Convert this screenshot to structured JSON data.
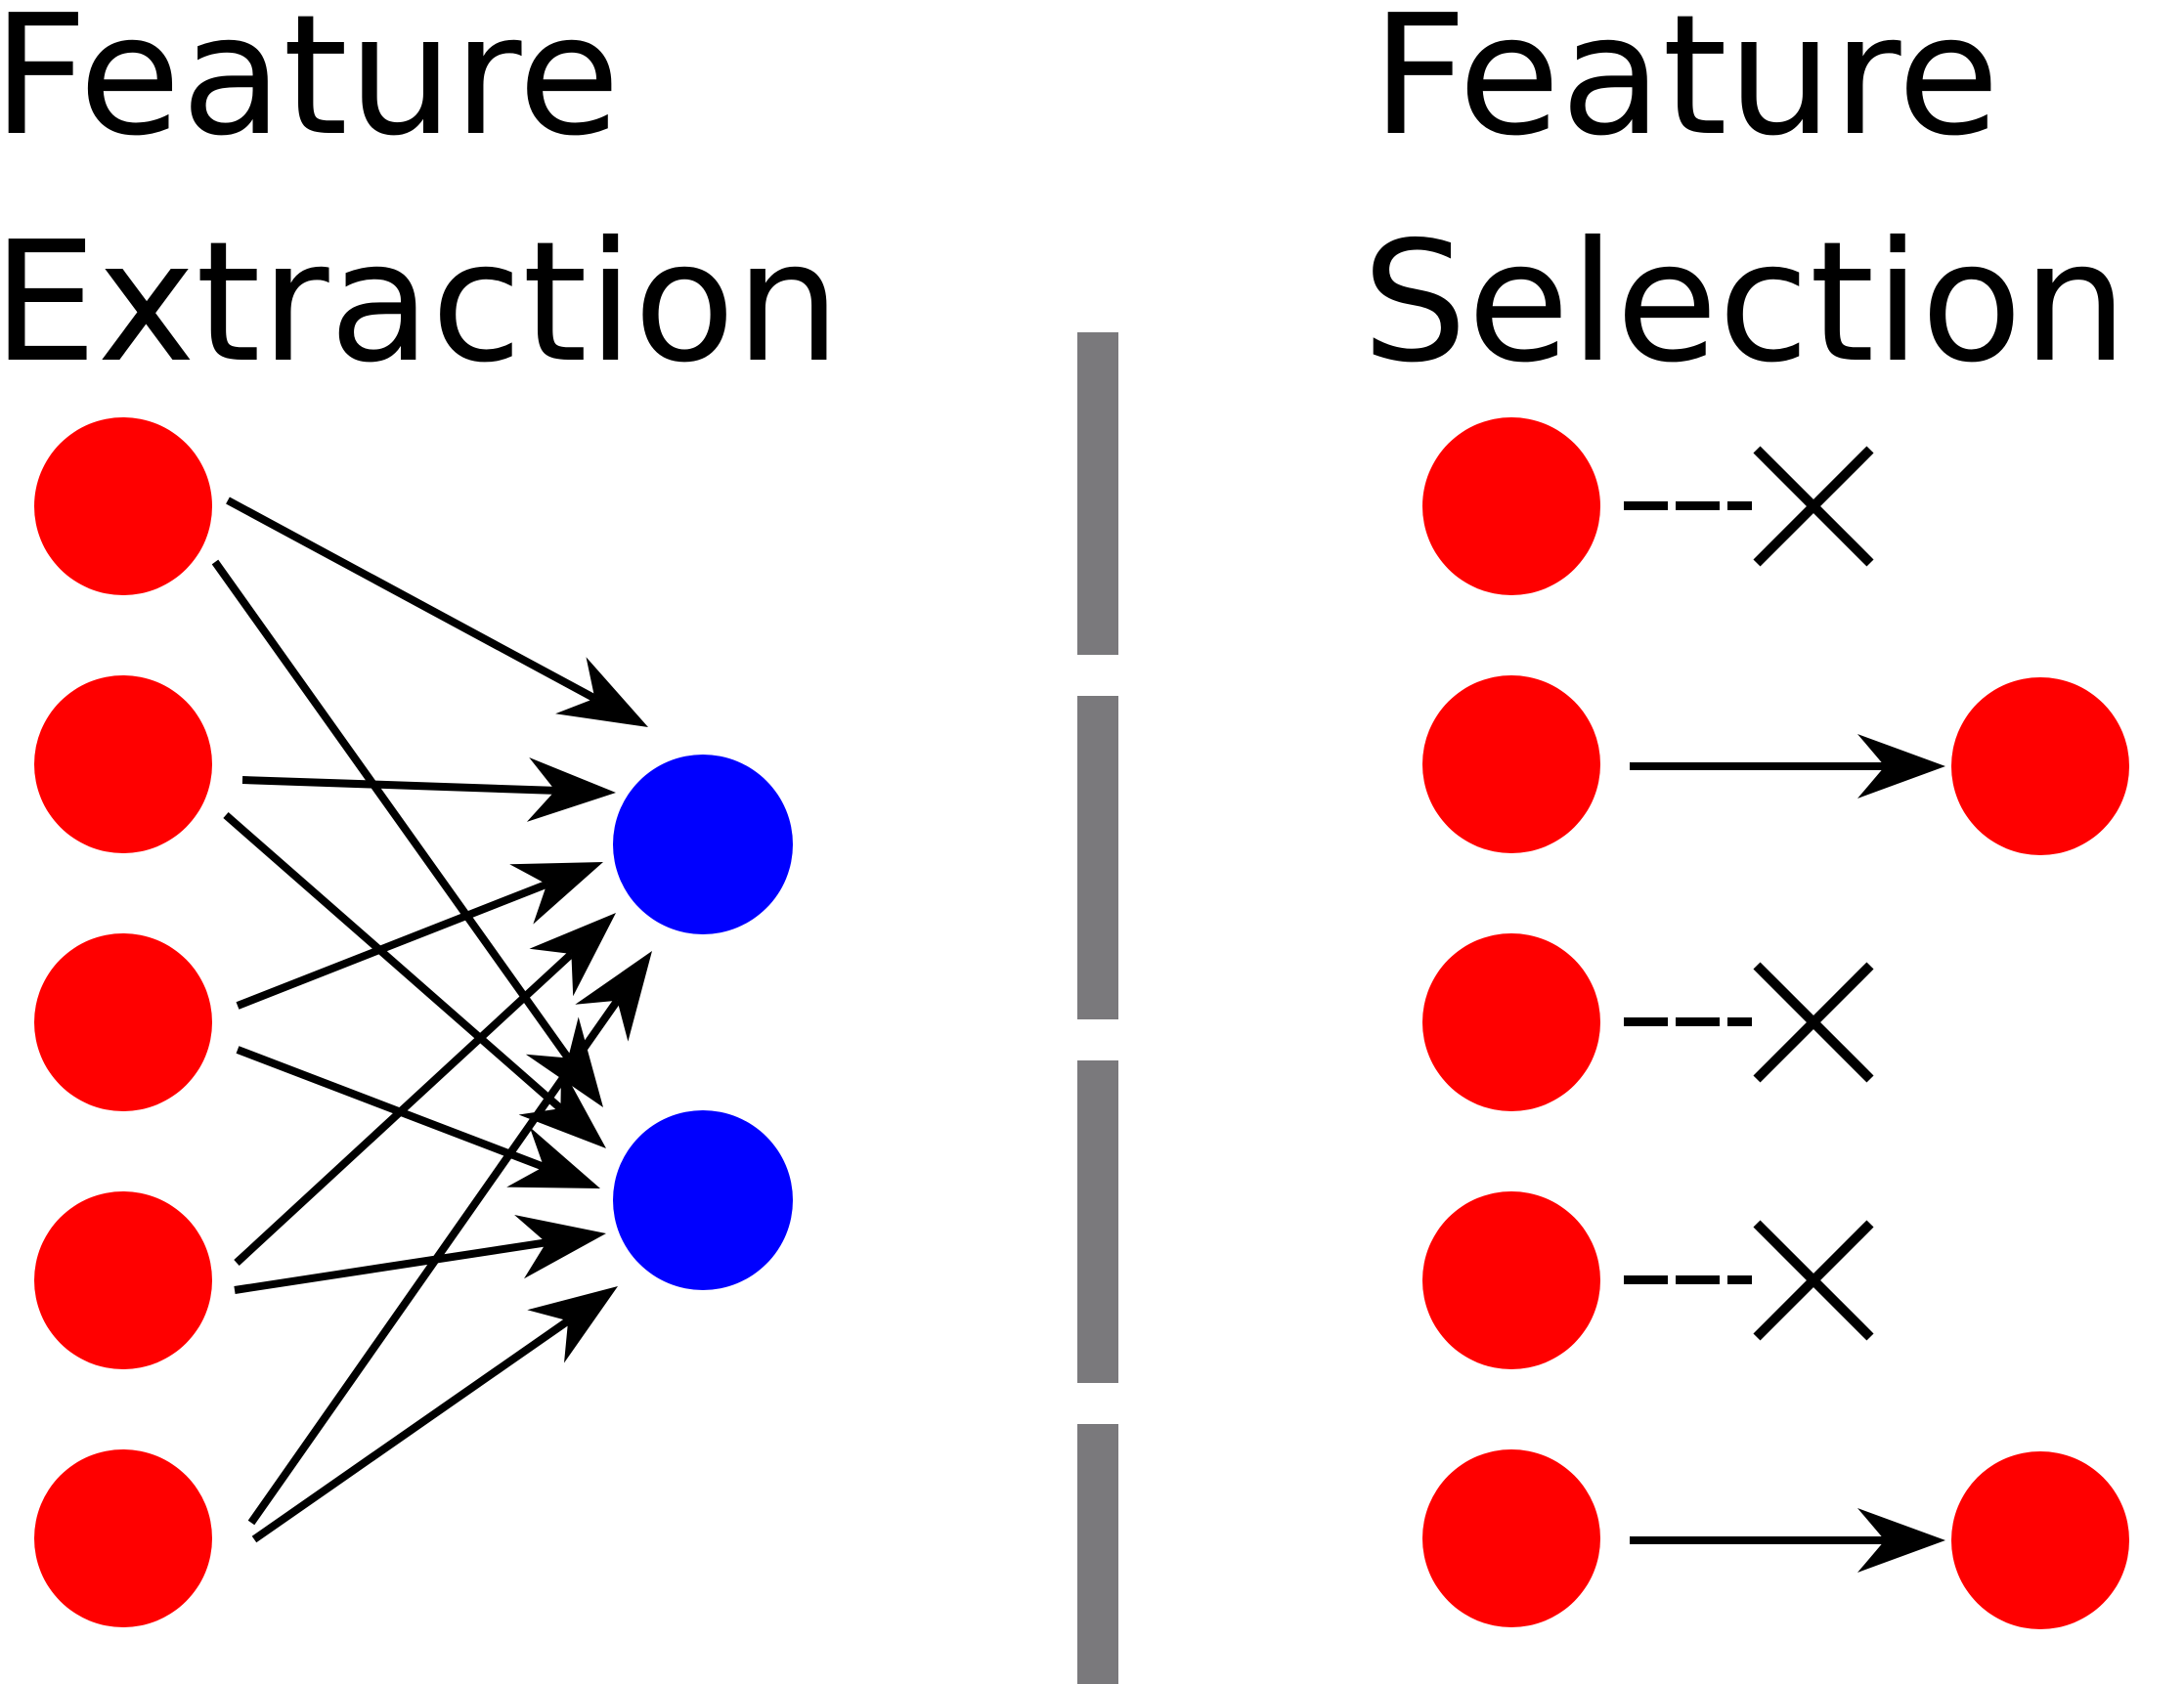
{
  "colors": {
    "input_node": "#ff0000",
    "extracted_node": "#0000ff",
    "arrow": "#000000",
    "divider": "#7a797c",
    "text": "#000000"
  },
  "left_panel": {
    "title_line1": "Feature",
    "title_line2": "Extraction",
    "input_count": 5,
    "output_count": 2,
    "connections": "each input feature maps to both outputs"
  },
  "right_panel": {
    "title_line1": "Feature",
    "title_line2": "Selection",
    "features": [
      {
        "selected": false
      },
      {
        "selected": true
      },
      {
        "selected": false
      },
      {
        "selected": false
      },
      {
        "selected": true
      }
    ]
  }
}
